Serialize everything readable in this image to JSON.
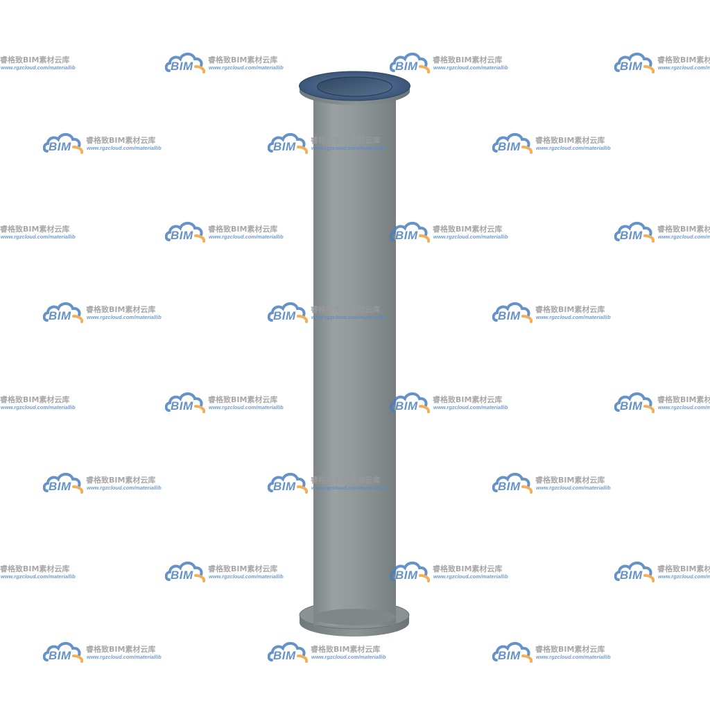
{
  "watermark": {
    "logo_text": "BIM",
    "brand_text": "睿格致BIM素材云库",
    "url_text": "www.rgzcloud.com/materiallib"
  },
  "colors": {
    "background": "#ffffff",
    "pipe_body": "#8c9496",
    "pipe_highlight": "#a8afb1",
    "pipe_shadow": "#6d7577",
    "flange_face": "#3e5a7e",
    "flange_edge": "#7b8486",
    "watermark_blue": "#4a7fc0",
    "watermark_orange": "#f0a23a",
    "watermark_gray": "#9a9a9a"
  },
  "object": {
    "icon": "flanged-pipe-3d-model"
  }
}
